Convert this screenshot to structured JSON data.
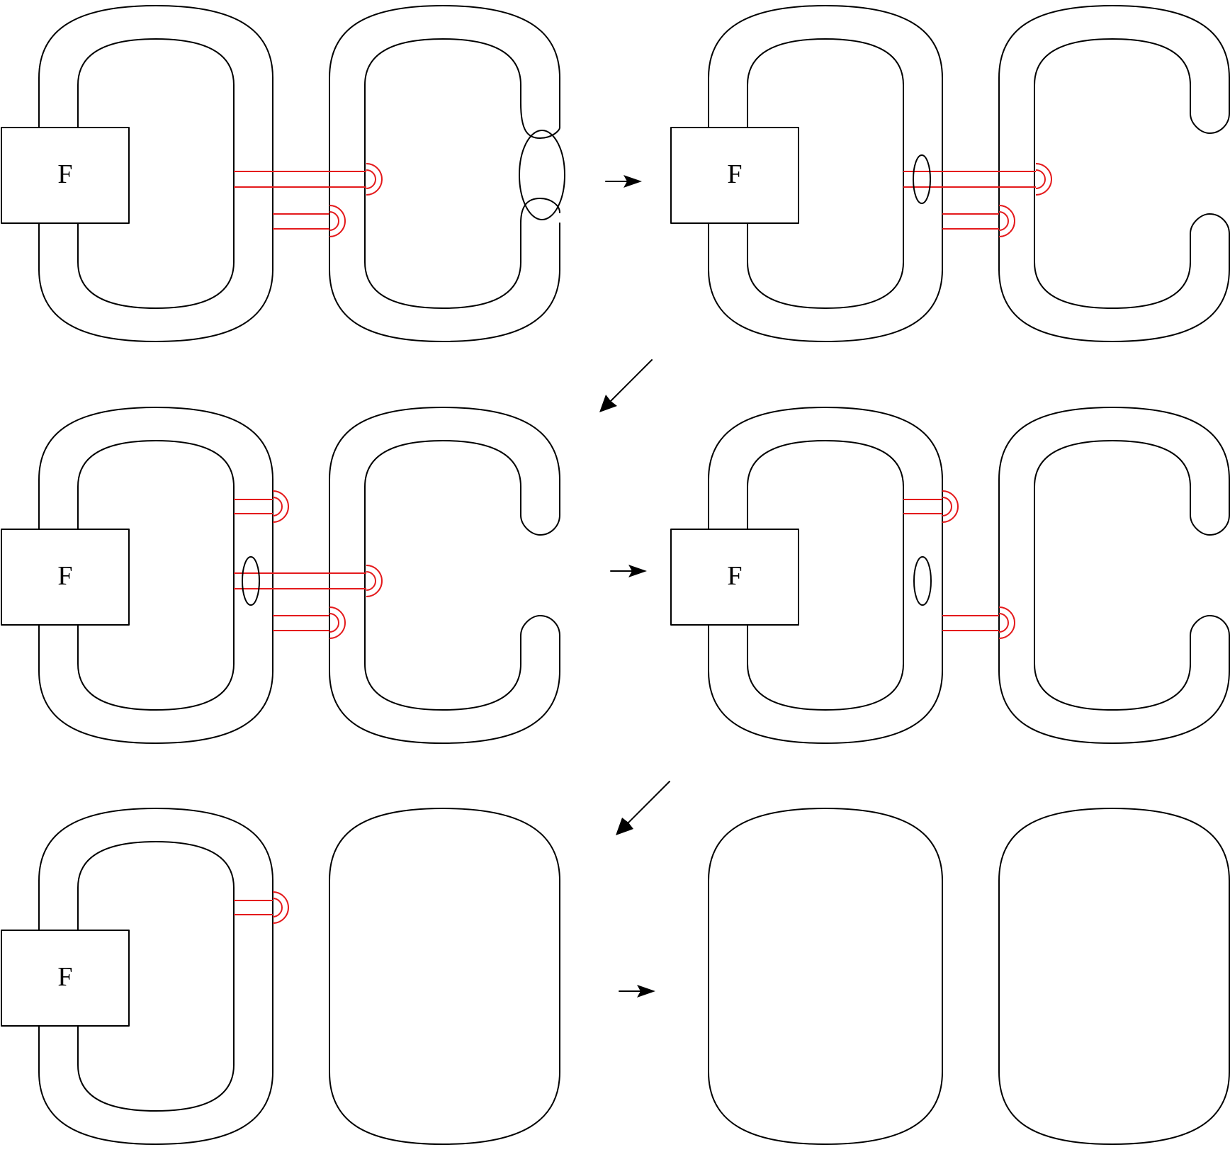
{
  "figure": {
    "box_label": "F",
    "colors": {
      "line": "#000000",
      "band": "#e41a1c",
      "background": "#ffffff"
    },
    "panels": [
      {
        "id": 1,
        "contains_box": true,
        "right_shape": "open-with-clasp",
        "bands": 2,
        "meridian_loop": false
      },
      {
        "id": 2,
        "contains_box": true,
        "right_shape": "open-c",
        "bands": 2,
        "meridian_loop": true
      },
      {
        "id": 3,
        "contains_box": true,
        "right_shape": "open-c",
        "bands": 3,
        "meridian_loop": true
      },
      {
        "id": 4,
        "contains_box": true,
        "right_shape": "open-c",
        "bands": 2,
        "meridian_loop": true
      },
      {
        "id": 5,
        "contains_box": true,
        "right_shape": "closed",
        "bands": 1,
        "meridian_loop": false
      },
      {
        "id": 6,
        "contains_box": false,
        "right_shape": "closed",
        "bands": 0,
        "meridian_loop": false
      }
    ],
    "arrows": [
      {
        "from": 1,
        "to": 2,
        "direction": "right"
      },
      {
        "from": 2,
        "to": 3,
        "direction": "down-left"
      },
      {
        "from": 3,
        "to": 4,
        "direction": "right"
      },
      {
        "from": 4,
        "to": 5,
        "direction": "down-left"
      },
      {
        "from": 5,
        "to": 6,
        "direction": "right"
      }
    ]
  }
}
